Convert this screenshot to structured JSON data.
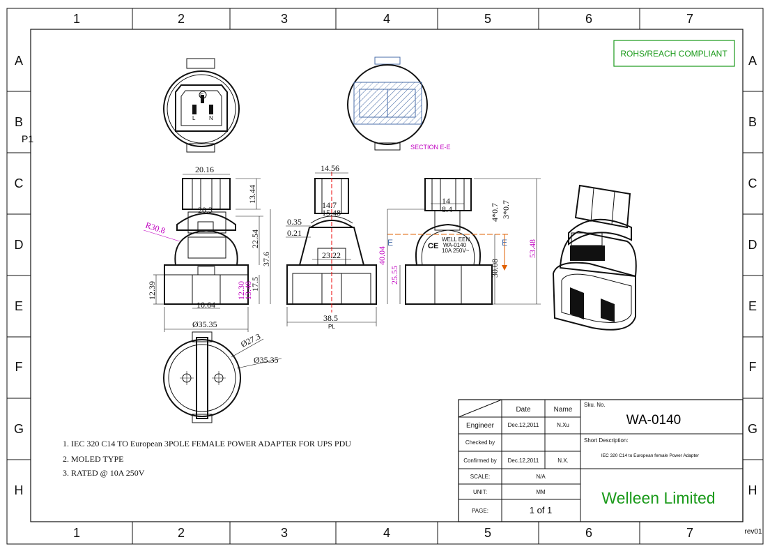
{
  "border": {
    "columns": [
      "1",
      "2",
      "3",
      "4",
      "5",
      "6",
      "7"
    ],
    "rows": [
      "A",
      "B",
      "C",
      "D",
      "E",
      "F",
      "G",
      "H"
    ],
    "revision": "rev01"
  },
  "compliance_badge": "ROHS/REACH COMPLIANT",
  "colors": {
    "accent_green": "#1a9a1a",
    "dimension_magenta": "#c000c0",
    "centerline_red": "#e00000",
    "section_blue": "#4a6ea8"
  },
  "view_labels": {
    "p1": "P1",
    "section": "SECTION E-E",
    "section_mark_left": "E",
    "section_mark_right": "E"
  },
  "dimensions": {
    "d20_16": "20.16",
    "d13_44": "13.44",
    "d20_3": "20.3",
    "r30_8": "R30.8",
    "d22_54": "22.54",
    "d37_6": "37.6",
    "d12_39": "12.39",
    "d12_30": "12.30",
    "d13_48": "13.48",
    "d17_5": "17.5",
    "d10_64": "10.64",
    "d35_35": "Ø35.35",
    "d14_56": "14.56",
    "d15_48": "15.48",
    "d14_7": "14.7",
    "d0_35": "0.35",
    "d0_21": "0.21",
    "d23_22": "23.22",
    "d38_5": "38.5",
    "pl": "PL",
    "d14": "14",
    "d8_4": "8.4",
    "d4x0_7": "4*0.7",
    "d3x0_7": "3*0.7",
    "d40_04": "40.04",
    "d25_55": "25.55",
    "d30_08": "30.08",
    "d53_48": "53.48",
    "d27_3": "Ø27.3",
    "d35_35b": "Ø35.35"
  },
  "product_label": {
    "line1": "WELL EEN",
    "line2": "WA-0140",
    "line3": "10A 250V~",
    "ce": "CE"
  },
  "pin_labels": {
    "e": "E",
    "l": "L",
    "n": "N"
  },
  "notes": [
    "1. IEC 320 C14 TO European 3POLE FEMALE POWER ADAPTER FOR UPS PDU",
    "2. MOLED TYPE",
    "3. RATED @ 10A 250V"
  ],
  "title_block": {
    "date_header": "Date",
    "name_header": "Name",
    "engineer_label": "Engineer",
    "engineer_date": "Dec.12,2011",
    "engineer_name": "N.Xu",
    "checked_label": "Checked by",
    "confirmed_label": "Confirmed by",
    "confirmed_date": "Dec.12,2011",
    "confirmed_name": "N.X.",
    "scale_label": "SCALE:",
    "scale_value": "N/A",
    "unit_label": "UNIT:",
    "unit_value": "MM",
    "page_label": "PAGE:",
    "page_value": "1 of 1",
    "sku_label": "Sku. No.",
    "sku_value": "WA-0140",
    "short_desc_label": "Short Description:",
    "short_desc_value": "IEC 320 C14 to European female Power Adapter",
    "company": "Welleen Limited"
  }
}
